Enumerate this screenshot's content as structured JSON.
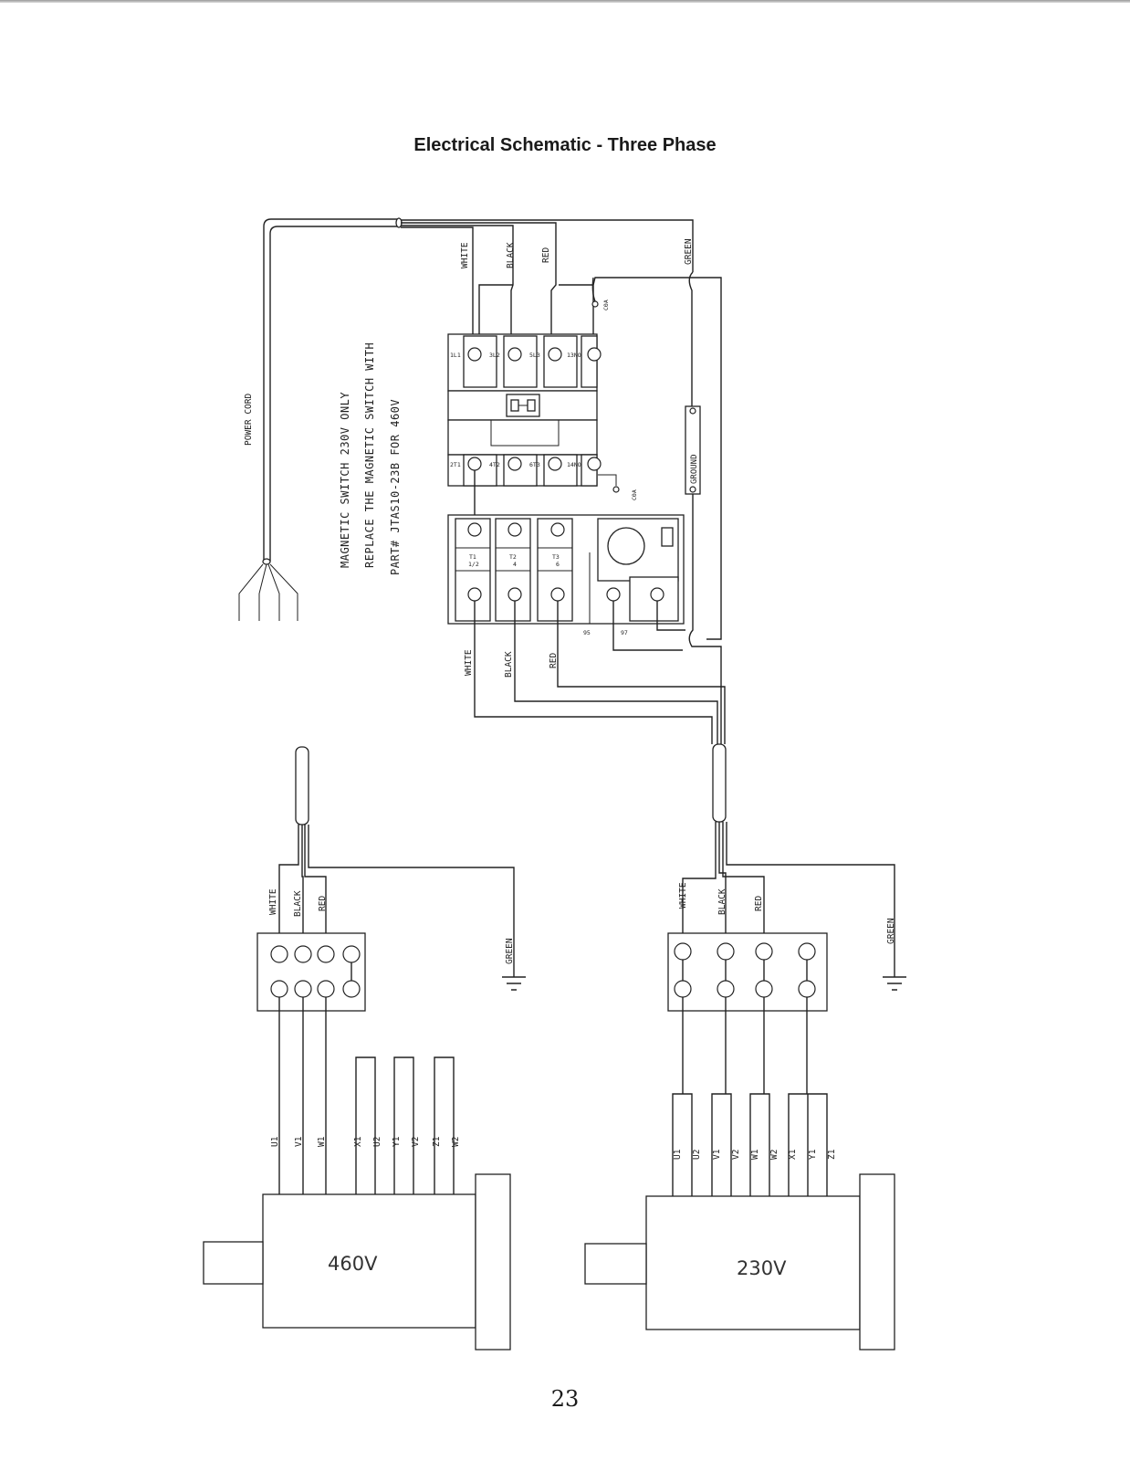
{
  "title": "Electrical Schematic - Three Phase",
  "page_number": "23",
  "power_cord_label": "POWER CORD",
  "note": {
    "line1": "MAGNETIC  SWITCH  230V  ONLY",
    "line2": "REPLACE THE MAGNETIC SWITCH WITH",
    "line3": "PART# JTAS10-23B FOR 460V"
  },
  "wire_colors": {
    "white": "WHITE",
    "black": "BLACK",
    "red": "RED",
    "green": "GREEN"
  },
  "magnetic_switch": {
    "line_terminals": [
      "1L1",
      "3L2",
      "5L3",
      "13NO"
    ],
    "load_terminals": [
      "2T1",
      "4T2",
      "6T3",
      "14NO"
    ],
    "coil_terminal": "C0A",
    "coil_terminal_bottom": "C0A",
    "overload_terminals": [
      "T1",
      "T2",
      "T3"
    ],
    "overload_sub": [
      "1/2",
      "4",
      "6"
    ],
    "aux_terminals": [
      "95",
      "97"
    ],
    "ground_label": "GROUND"
  },
  "motor_460": {
    "voltage": "460V",
    "leads": [
      "U1",
      "V1",
      "W1",
      "X1",
      "U2",
      "Y1",
      "V2",
      "Z1",
      "W2"
    ]
  },
  "motor_230": {
    "voltage": "230V",
    "leads": [
      "U1",
      "U2",
      "V1",
      "V2",
      "W1",
      "W2",
      "X1",
      "Y1",
      "Z1"
    ]
  }
}
